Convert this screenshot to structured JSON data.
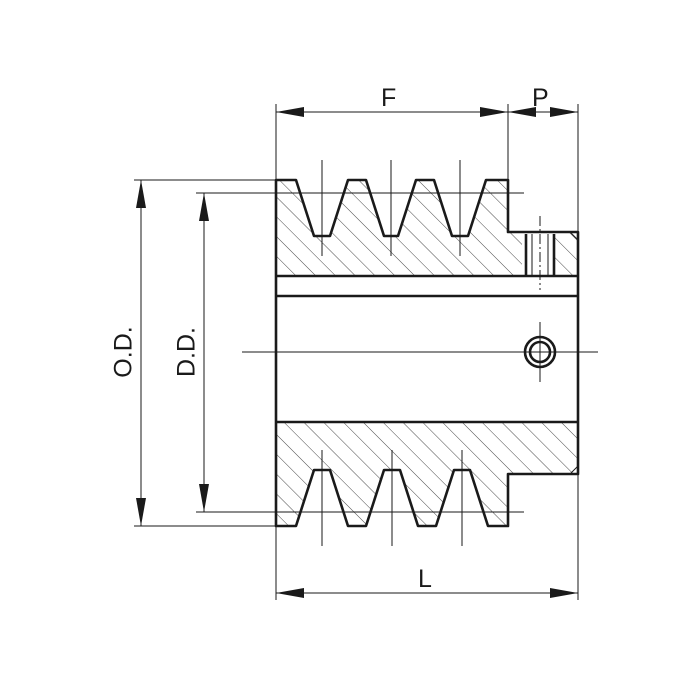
{
  "labels": {
    "face_width": "F",
    "hub_projection": "P",
    "overall_length": "L",
    "outside_diameter": "O.D.",
    "datum_diameter": "D.D."
  },
  "colors": {
    "line": "#1a1a1a",
    "background": "#ffffff"
  }
}
